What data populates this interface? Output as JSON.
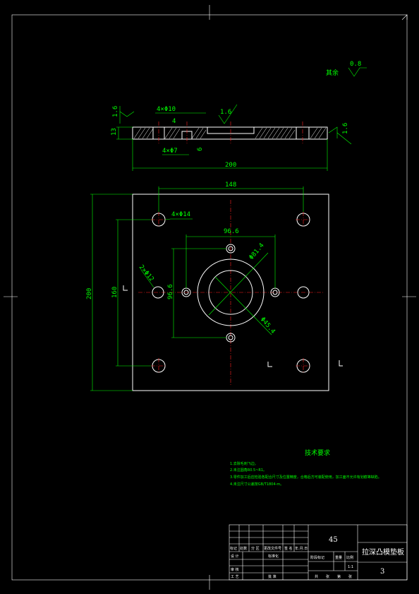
{
  "surface_roughness": {
    "rest_label": "其余",
    "rest_value": "0.8",
    "ra_a": "1.6",
    "ra_b": "1.6",
    "ra_c": "1.6"
  },
  "section_view": {
    "hole_a": "4×Φ10",
    "hole_b": "4×Φ7",
    "depth": "4",
    "step": "6",
    "thickness": "13",
    "width": "200"
  },
  "plan_view": {
    "dim_top": "148",
    "dim_left": "200",
    "dim_inner_left": "160",
    "bolt_holes": "4×Φ14",
    "pin_holes": "2×Φ12",
    "dim_96": "96.6",
    "dim_v96": "96.6",
    "dia_large": "Φ81.4",
    "dia_small": "Φ45.4"
  },
  "tech_notes": {
    "title": "技术要求",
    "lines": [
      "1.去除毛刺飞边。",
      "2.未注圆角R0.5~R1。",
      "3.零件加工后应检验各配合尺寸及位置精度，合格后方可装配使用，加工面不允许有划痕等缺陷。",
      "4.未注尺寸公差按GB/T1804-m。"
    ]
  },
  "title_block": {
    "material": "45",
    "part_name": "拉深凸模垫板",
    "sheet_no": "3",
    "cells": {
      "biaoji": "标记",
      "chushu": "处数",
      "fenqu": "分 区",
      "gengai": "更改文件号",
      "qianming": "签 名",
      "nianyue": "年.月.日",
      "sheji": "设 计",
      "biaozhunhua": "标准化",
      "shenhe": "审 核",
      "gongyi": "工 艺",
      "pizhun": "批 准",
      "jieduan": "阶段标记",
      "zhongliang": "重量",
      "bili": "比例",
      "ratio": "1:1",
      "gong": "共",
      "zhang": "张",
      "di": "第",
      "zhang2": "张"
    }
  }
}
